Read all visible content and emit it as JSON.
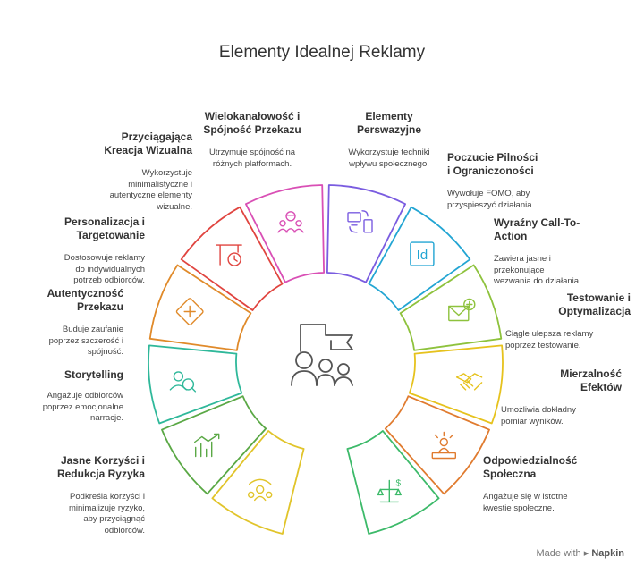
{
  "title": "Elementy Idealnej Reklamy",
  "footer": {
    "made_with": "Made with",
    "brand": "Napkin"
  },
  "segments": [
    {
      "title1": "Jasne Korzyści i",
      "title2": "Redukcja Ryzyka",
      "desc": [
        "Podkreśla korzyści i",
        "minimalizuje ryzyko,",
        "aby przyciągnąć",
        "odbiorców."
      ],
      "color": "#3dba6a",
      "icon": "scale-money-icon"
    },
    {
      "title1": "Storytelling",
      "title2": "",
      "desc": [
        "Angażuje odbiorców",
        "poprzez emocjonalne",
        "narracje."
      ],
      "color": "#e07b2f",
      "icon": "storyteller-icon"
    },
    {
      "title1": "Autentyczność",
      "title2": "Przekazu",
      "desc": [
        "Buduje zaufanie",
        "poprzez szczerość i",
        "spójność."
      ],
      "color": "#e6c21d",
      "icon": "handshake-icon"
    },
    {
      "title1": "Personalizacja i",
      "title2": "Targetowanie",
      "desc": [
        "Dostosowuje reklamy",
        "do indywidualnych",
        "potrzeb odbiorców."
      ],
      "color": "#8ec23d",
      "icon": "mail-add-icon"
    },
    {
      "title1": "Przyciągająca",
      "title2": "Kreacja Wizualna",
      "desc": [
        "Wykorzystuje",
        "minimalistyczne i",
        "autentyczne elementy",
        "wizualne."
      ],
      "color": "#22a5d3",
      "icon": "indesign-icon"
    },
    {
      "title1": "Wielokanałowość i",
      "title2": "Spójność Przekazu",
      "desc": [
        "Utrzymuje spójność na",
        "różnych platformach."
      ],
      "color": "#7a5ce0",
      "icon": "devices-sync-icon"
    },
    {
      "title1": "Elementy",
      "title2": "Perswazyjne",
      "desc": [
        "Wykorzystuje techniki",
        "wpływu społecznego."
      ],
      "color": "#d94fb5",
      "icon": "group-icon"
    },
    {
      "title1": "Poczucie Pilności",
      "title2": "i Ograniczoności",
      "desc": [
        "Wywołuje FOMO, aby",
        "przyspieszyć działania."
      ],
      "color": "#e0443f",
      "icon": "deadline-clock-icon"
    },
    {
      "title1": "Wyraźny Call-To-",
      "title2": "Action",
      "desc": [
        "Zawiera jasne i",
        "przekonujące",
        "wezwania do działania."
      ],
      "color": "#e08a2a",
      "icon": "plus-box-icon"
    },
    {
      "title1": "Testowanie i",
      "title2": "Optymalizacja",
      "desc": [
        "Ciągle ulepsza reklamy",
        "poprzez testowanie."
      ],
      "color": "#2fb89a",
      "icon": "user-search-icon"
    },
    {
      "title1": "Mierzalność",
      "title2": "Efektów",
      "desc": [
        "Umożliwia dokładny",
        "pomiar wyników."
      ],
      "color": "#5aa845",
      "icon": "growth-chart-icon"
    },
    {
      "title1": "Odpowiedzialność",
      "title2": "Społeczna",
      "desc": [
        "Angażuje się w istotne",
        "kwestie społeczne."
      ],
      "color": "#e1c42a",
      "icon": "community-icon"
    }
  ]
}
